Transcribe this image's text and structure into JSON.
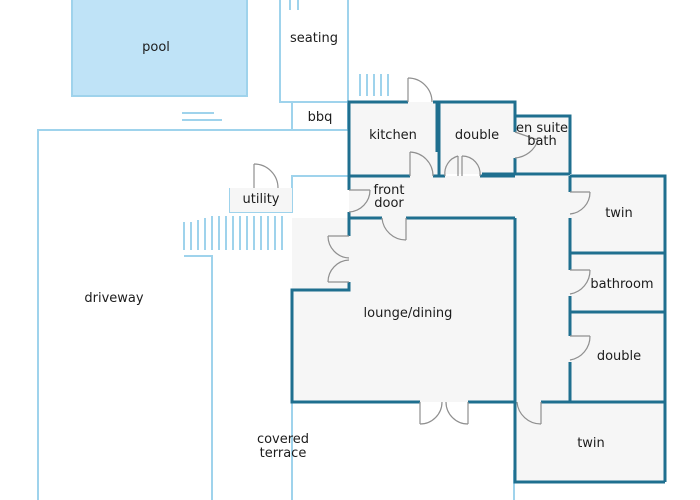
{
  "labels": {
    "pool": "pool",
    "seating": "seating",
    "bbq": "bbq",
    "kitchen": "kitchen",
    "double_top": "double",
    "en_suite_1": "en suite",
    "en_suite_2": "bath",
    "twin_top": "twin",
    "utility": "utility",
    "front_door_1": "front",
    "front_door_2": "door",
    "bathroom": "bathroom",
    "lounge_dining": "lounge/dining",
    "double_right": "double",
    "driveway": "driveway",
    "covered_terrace_1": "covered",
    "covered_terrace_2": "terrace",
    "twin_bottom": "twin"
  },
  "colors": {
    "pool_fill": "#bfe3f7",
    "outdoor_line": "#9fd3ec",
    "wall": "#1f6f8f",
    "room_fill": "#f6f6f6",
    "door_line": "#8f8f8f"
  }
}
